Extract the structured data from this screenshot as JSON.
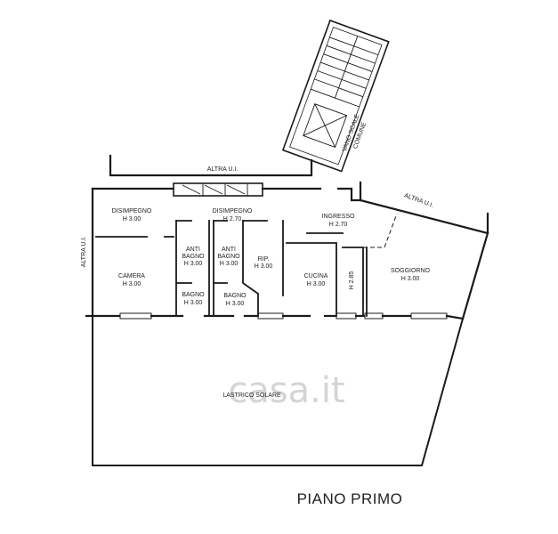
{
  "title": "PIANO PRIMO",
  "watermark": "casa.it",
  "rooms": {
    "disimpegno_left": {
      "name": "DISIMPEGNO",
      "height": "H 3.00"
    },
    "disimpegno_center": {
      "name": "DISIMPEGNO",
      "height": "H 2.70"
    },
    "ingresso": {
      "name": "INGRESSO",
      "height": "H 2.70"
    },
    "camera": {
      "name": "CAMERA",
      "height": "H 3.00"
    },
    "anti_bagno_1": {
      "name_1": "ANTI",
      "name_2": "BAGNO",
      "height": "H 3.00"
    },
    "anti_bagno_2": {
      "name_1": "ANTI",
      "name_2": "BAGNO",
      "height": "H 3.00"
    },
    "rip": {
      "name": "RIP.",
      "height": "H 3.00"
    },
    "cucina": {
      "name": "CUCINA",
      "height": "H 3.00"
    },
    "soggiorno": {
      "name": "SOGGIORNO",
      "height": "H 3.00"
    },
    "bagno_1": {
      "name": "BAGNO",
      "height": "H 3.00"
    },
    "bagno_2": {
      "name": "BAGNO",
      "height": "H 3.00"
    },
    "lastrico": {
      "name": "LASTRICO SOLARE"
    }
  },
  "labels": {
    "altra_ui_top": "ALTRA U.I.",
    "altra_ui_left": "ALTRA U.I.",
    "altra_ui_right": "ALTRA U.I.",
    "h_285": "H 2.85",
    "vano_scale_1": "VANO SCALE",
    "vano_scale_2": "COMUNE"
  }
}
